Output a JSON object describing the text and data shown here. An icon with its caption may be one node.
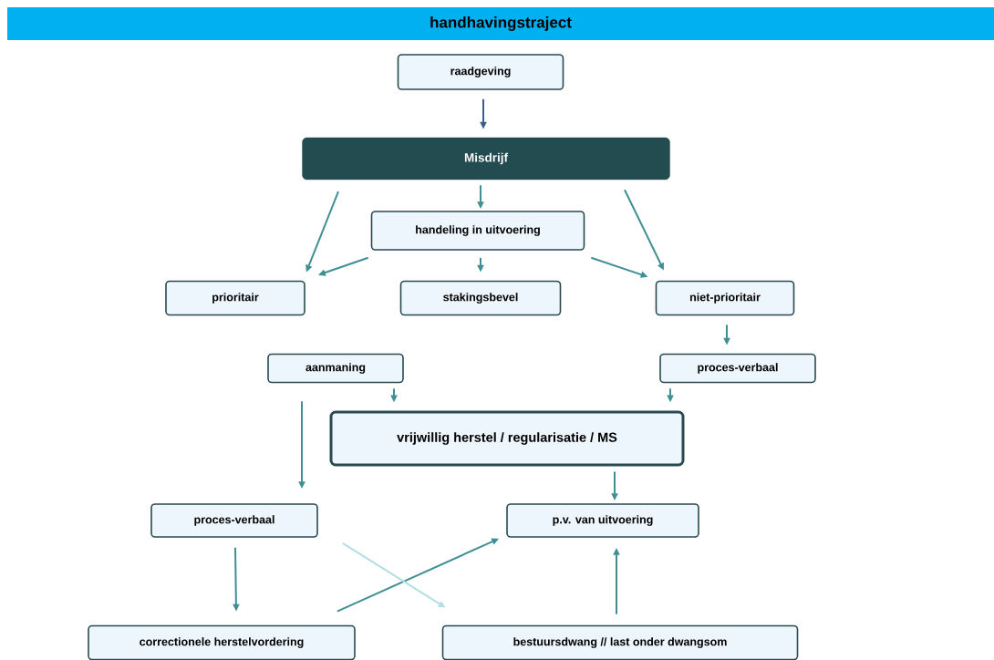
{
  "diagram": {
    "title": "handhavingstraject",
    "nodes": [
      {
        "text": [
          "raadgeving"
        ]
      },
      {
        "text": [
          "Misdrijf"
        ]
      },
      {
        "text": [
          "handeling in uitvoering"
        ]
      },
      {
        "text": [
          "prioritair"
        ]
      },
      {
        "text": [
          "stakingsbevel"
        ]
      },
      {
        "text": [
          "niet-prioritair"
        ]
      },
      {
        "text": [
          "aanmaning"
        ]
      },
      {
        "text": [
          "proces-verbaal"
        ]
      },
      {
        "text": [
          "vrijwillig herstel / regularisatie / MS"
        ]
      },
      {
        "text": [
          "proces-verbaal"
        ]
      },
      {
        "text": [
          "p.v. van uitvoering"
        ]
      },
      {
        "text": [
          "correctionele herstelvordering"
        ]
      },
      {
        "text": [
          "bestuursdwang // last onder dwangsom"
        ]
      }
    ],
    "edges": [
      {
        "from": 0,
        "to": 1,
        "arrow": "to",
        "color": "#3a5f8f"
      },
      {
        "from": 1,
        "to": 3,
        "arrow": "to"
      },
      {
        "from": 1,
        "to": 2,
        "arrow": "to"
      },
      {
        "from": 1,
        "to": 5,
        "arrow": "to"
      },
      {
        "from": 2,
        "to": 3,
        "arrow": "to"
      },
      {
        "from": 2,
        "to": 4,
        "arrow": "to"
      },
      {
        "from": 2,
        "to": 5,
        "arrow": "to"
      },
      {
        "from": 5,
        "to": 7,
        "arrow": "to"
      },
      {
        "from": 6,
        "to": 8,
        "arrow": "to"
      },
      {
        "from": 7,
        "to": 8,
        "arrow": "to"
      },
      {
        "from": 6,
        "to": 9,
        "arrow": "to"
      },
      {
        "from": 8,
        "to": 10,
        "arrow": "to"
      },
      {
        "from": 9,
        "to": 11,
        "arrow": "to"
      },
      {
        "from": 11,
        "to": 10,
        "arrow": "to"
      },
      {
        "from": 9,
        "to": 12,
        "arrow": "to",
        "color": "#b3dfe2"
      },
      {
        "from": 12,
        "to": 10,
        "arrow": "to"
      }
    ]
  }
}
